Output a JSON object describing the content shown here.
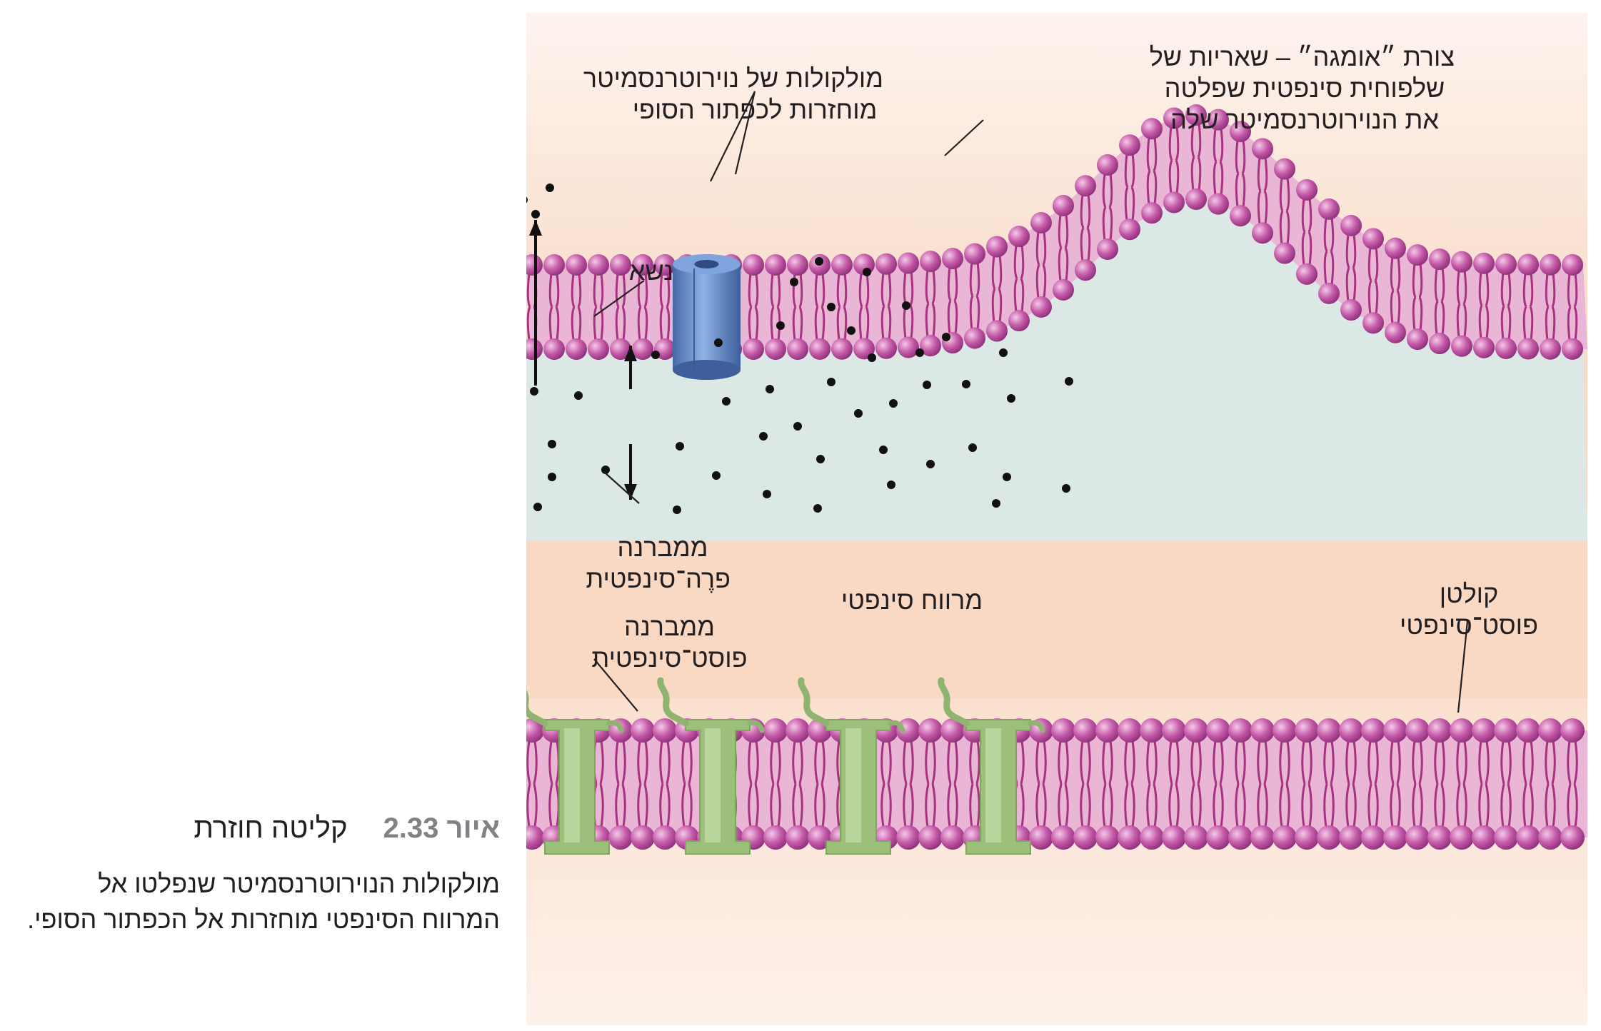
{
  "figure": {
    "labels": {
      "molecules_returning": [
        "מולקולות של נוירוטרנסמיטר",
        "מוחזרות לכפתור הסופי"
      ],
      "omega_shape": [
        "צורת ״אומגה״ – שאריות של",
        "שלפוחית סינפטית שפלטה",
        "את הנוירוטרנסמיטר שלה"
      ],
      "carrier": "נשא",
      "presynaptic_membrane": [
        "ממברנה",
        "פרֶה־סינפטית"
      ],
      "postsynaptic_membrane": [
        "ממברנה",
        "פוסט־סינפטית"
      ],
      "synaptic_cleft": "מרווח סינפטי",
      "postsynaptic_receptor": [
        "קולטן",
        "פוסט־סינפטי"
      ]
    },
    "colors": {
      "extracellular": "#fbe3d4",
      "cleft": "#dbe8e6",
      "lipid_head": "#c45aa8",
      "carrier_protein": "#5b82c4",
      "receptor": "#9dbf7c"
    }
  },
  "caption": {
    "number": "איור 2.33",
    "title": "קליטה חוזרת",
    "text": "מולקולות הנוירוטרנסמיטר שנפלטו אל המרווח הסינפטי מוחזרות אל הכפתור הסופי."
  }
}
